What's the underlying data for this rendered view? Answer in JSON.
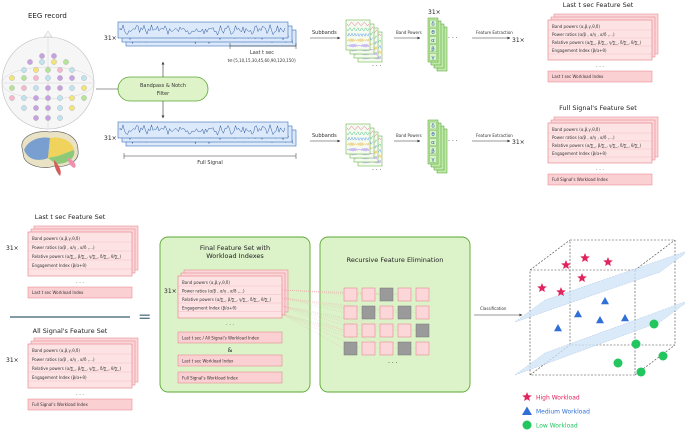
{
  "top": {
    "eeg_record": "EEG record",
    "mult_31": "31×",
    "bandpass_line1": "Bandpass & Notch",
    "bandpass_line2": "Filter",
    "last_t_sec": "Last t sec",
    "t_values": "t∈{5,10,15,30,45,60,90,120,150}",
    "full_signal": "Full Signal",
    "subbands": "Subbands",
    "band_powers": "Band Powers",
    "feature_extraction": "Feature Extraction",
    "band_letters": [
      "δ",
      "θ",
      "α",
      "β",
      "γ"
    ],
    "last_set_title": "Last t sec Feature Set",
    "full_set_title": "Full Signal's Feature Set",
    "features": [
      "Band powers (α,β,γ,θ,δ)",
      "Power ratios (α/β , α/γ , α/δ ,…)",
      "Relative powers (α/∑_, β/∑_, γ/∑_, δ/∑_, θ/∑_)",
      "Engagement Index (β/α+θ)"
    ],
    "dots": "· · ·",
    "last_workload": "Last t sec Workload Index",
    "full_workload": "Full Signal's Workload Index"
  },
  "bottom": {
    "last_set_title": "Last t sec Feature Set",
    "all_set_title": "All Signal's Feature Set",
    "mult_31": "31×",
    "final_title_line1": "Final Feature Set with",
    "final_title_line2": "Workload Indexes",
    "workload_combo": "Last t sec / All Signal's Workload Index",
    "ampersand": "&",
    "last_workload": "Last t sec Workload Index",
    "full_workload": "Full Signal's Workload Index",
    "all_workload": "Full Signal's Workload Index",
    "rfe_title": "Recursive Feature Elimination",
    "classification": "Classification",
    "legend": [
      {
        "label": "High Workload",
        "color": "#e0245e"
      },
      {
        "label": "Medium Workload",
        "color": "#2f6fd6"
      },
      {
        "label": "Low Workload",
        "color": "#22c55e"
      }
    ]
  }
}
